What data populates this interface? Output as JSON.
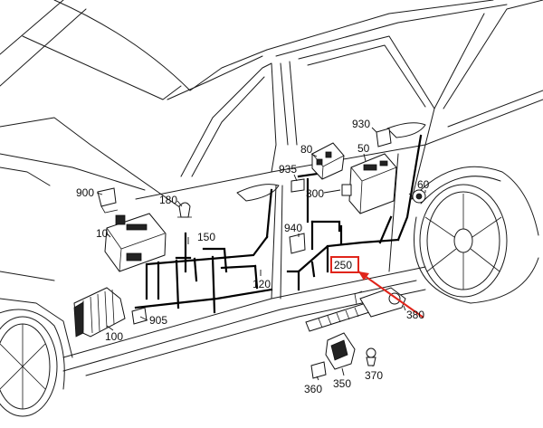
{
  "callouts": {
    "c900": "900",
    "c180": "180",
    "c10": "10",
    "c150": "150",
    "c120": "120",
    "c100": "100",
    "c905": "905",
    "c935": "935",
    "c80": "80",
    "c50": "50",
    "c930": "930",
    "c300": "300",
    "c60": "60",
    "c940": "940",
    "c250": "250",
    "c380": "380",
    "c360": "360",
    "c350": "350",
    "c370": "370"
  },
  "colors": {
    "highlight": "#e0251b",
    "line": "#111111",
    "background": "#ffffff"
  },
  "highlighted_part": "250"
}
